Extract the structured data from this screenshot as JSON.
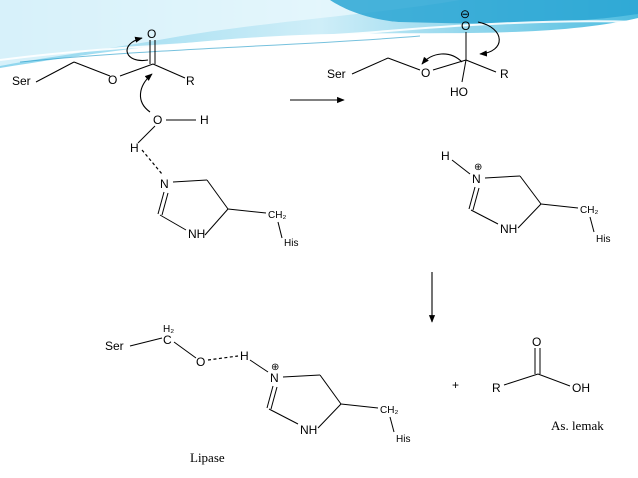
{
  "colors": {
    "banner_light": "#b9e6f3",
    "banner_mid": "#55bfdd",
    "banner_dark": "#1a98c6",
    "ink": "#000000"
  },
  "labels": {
    "ser": "Ser",
    "o": "O",
    "r": "R",
    "h": "H",
    "n": "N",
    "nh": "NH",
    "ho": "HO",
    "oh": "OH",
    "ch2": "CH₂",
    "c": "C",
    "h2": "H₂",
    "his": "His",
    "plus_charge": "⊕",
    "minus_charge": "⊖",
    "plus_sign": "+",
    "lipase": "Lipase",
    "fatty_acid": "As. lemak"
  }
}
